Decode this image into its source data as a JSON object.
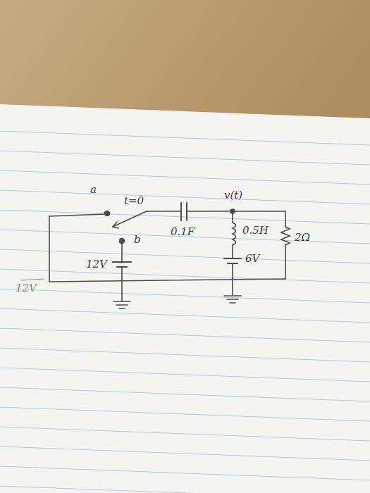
{
  "diagram": {
    "labels": [
      "a",
      "t=0",
      "b",
      "v(t)",
      "0.1F",
      "0.5H",
      "6V",
      "2Ω",
      "12V",
      "12V"
    ]
  }
}
